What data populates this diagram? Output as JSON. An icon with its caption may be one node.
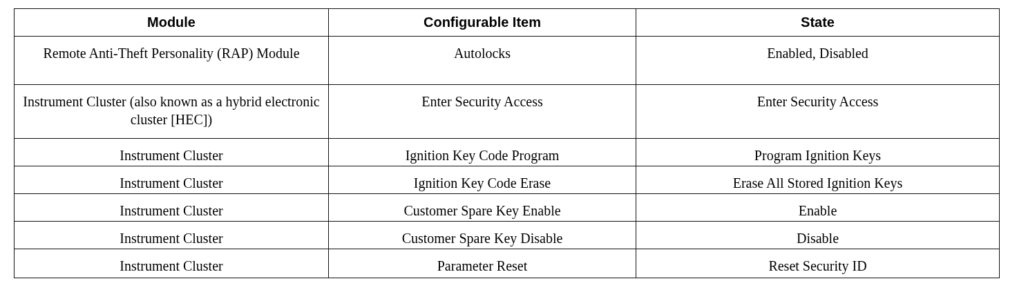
{
  "diagram": {
    "labels": [
      "Module",
      "Configurable Item",
      "State",
      "Remote Anti-Theft Personality (RAP) Module",
      "Autolocks",
      "Enabled, Disabled",
      "Instrument Cluster (also known as a hybrid electronic cluster [HEC])",
      "Enter Security Access",
      "Enter Security Access",
      "Instrument Cluster",
      "Ignition Key Code Program",
      "Program Ignition Keys",
      "Instrument Cluster",
      "Ignition Key Code Erase",
      "Erase All Stored Ignition Keys",
      "Instrument Cluster",
      "Customer Spare Key Enable",
      "Enable",
      "Instrument Cluster",
      "Customer Spare Key Disable",
      "Disable",
      "Instrument Cluster",
      "Parameter Reset",
      "Reset Security ID"
    ]
  }
}
